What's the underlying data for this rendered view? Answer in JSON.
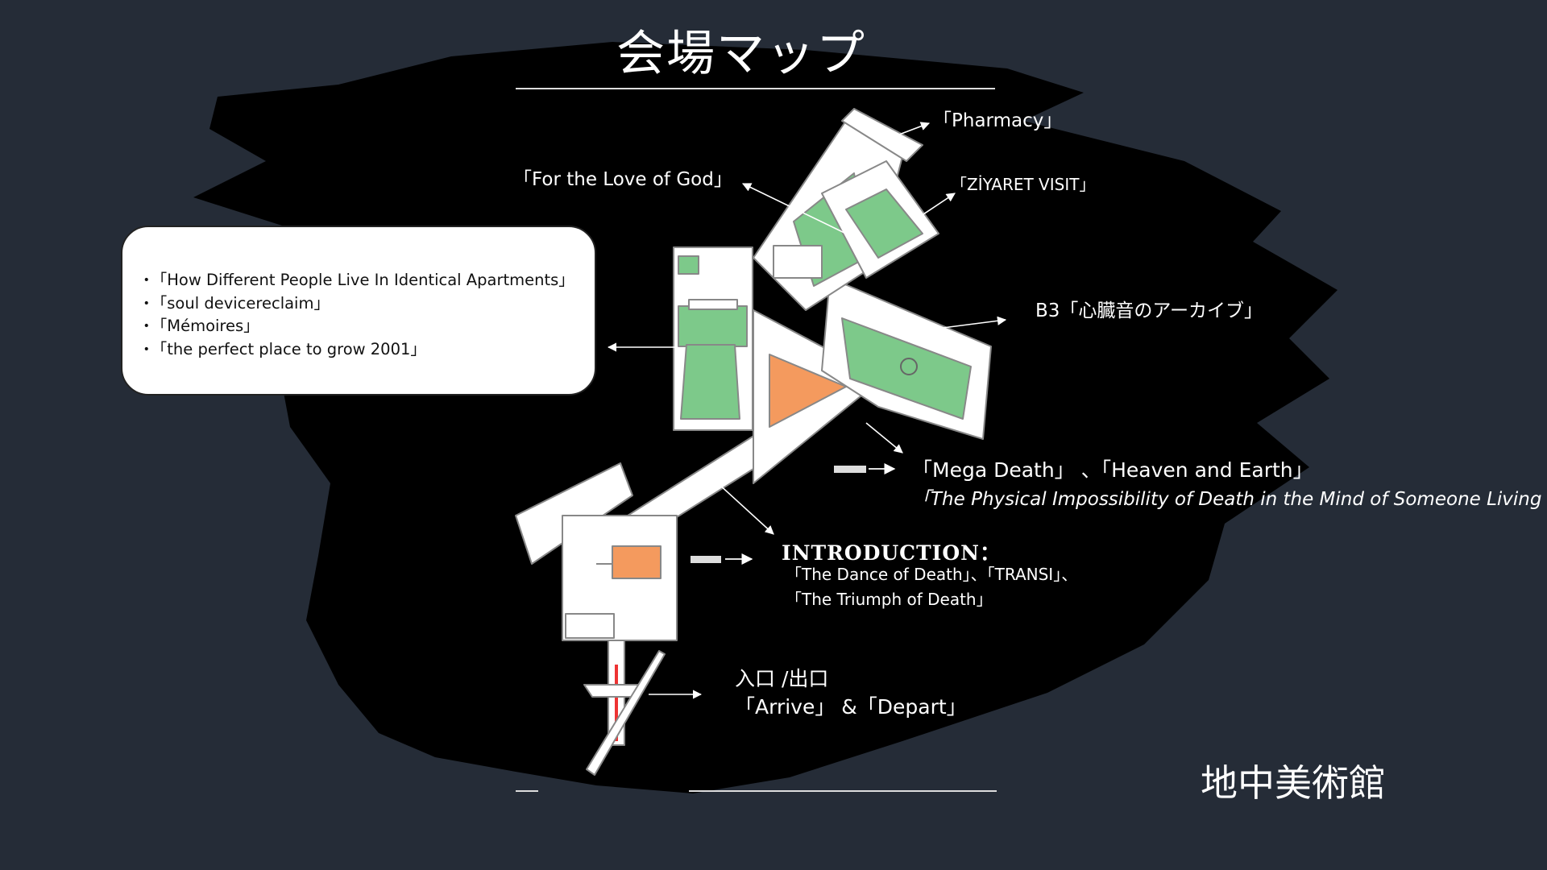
{
  "title": "会場マップ",
  "museum_name": "地中美術館",
  "callout_box": {
    "items": [
      "「How Different People Live In Identical Apartments」",
      "「soul devicereclaim」",
      "「Mémoires」",
      "「the perfect place to grow 2001」"
    ]
  },
  "rooms": {
    "pharmacy": "「Pharmacy」",
    "for_the_love_of_god": "「For the Love of God」",
    "ziyaret_visit": "「ZİYARET VISIT」",
    "b3_archive": "B3「心臓音のアーカイブ」",
    "mega_death_line": "「Mega Death」 、「Heaven and Earth」",
    "physical_impossibility": "「The Physical Impossibility of Death in the Mind of Someone Living",
    "introduction_heading": "INTRODUCTION：",
    "introduction_line1": "「The Dance of Death」、「TRANSI」、",
    "introduction_line2": "「The Triumph of Death」",
    "entrance_jp": "入口 /出口",
    "entrance_en": "「Arrive」 &「Depart」"
  },
  "colors": {
    "background": "#252c37",
    "brush": "#000000",
    "room_green": "#7dc98a",
    "room_orange": "#f49a5e",
    "walls": "#ffffff"
  }
}
